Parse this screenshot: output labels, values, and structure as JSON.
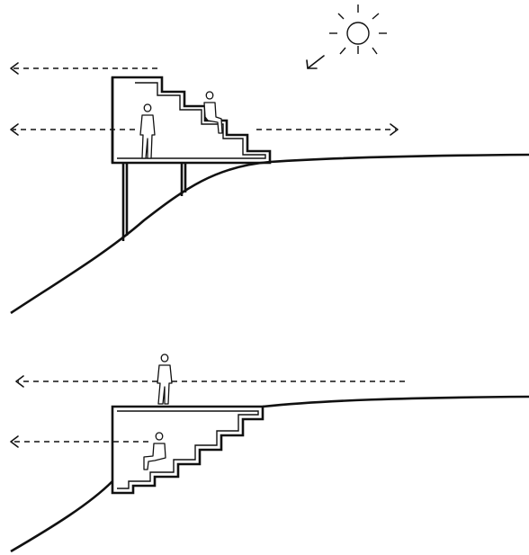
{
  "diagram": {
    "panels": [
      {
        "id": "upper",
        "elements": [
          "sun-icon",
          "sunlight-arrow",
          "terrain",
          "cantilevered-platform",
          "stepped-seating",
          "support-columns",
          "standing-person",
          "seated-person",
          "sightline-upper",
          "sightline-lower-left",
          "sightline-lower-right"
        ]
      },
      {
        "id": "lower",
        "elements": [
          "terrain",
          "embedded-structure",
          "stepped-seating",
          "standing-person-on-roof",
          "seated-person",
          "sightline-upper",
          "sightline-lower"
        ]
      }
    ],
    "colors": {
      "stroke": "#111111",
      "background": "#ffffff"
    }
  }
}
